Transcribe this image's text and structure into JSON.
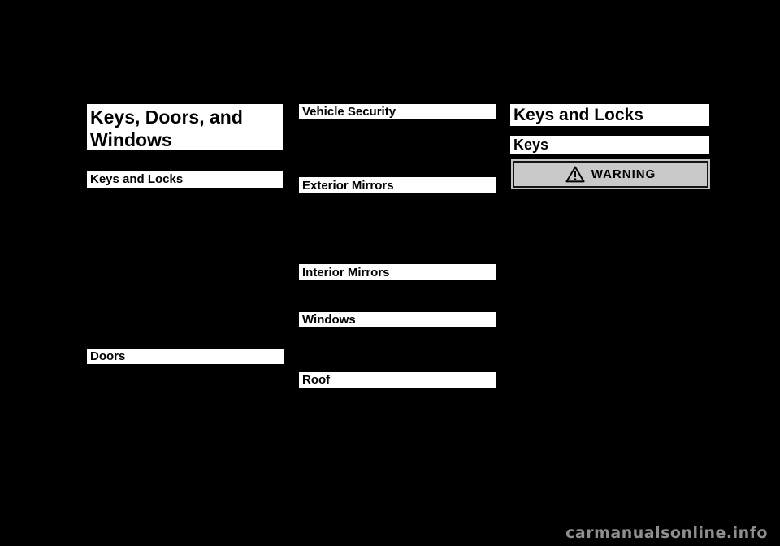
{
  "colors": {
    "page_bg": "#000000",
    "band_bg": "#ffffff",
    "text": "#000000",
    "warning_bg": "#c9c9c9",
    "warning_border": "#141414",
    "warning_outline": "#c4c4c4",
    "watermark": "#8f8f8f"
  },
  "chapter": {
    "title": "Keys, Doors, and Windows"
  },
  "left_toc": {
    "items": [
      {
        "label": "Keys and Locks"
      },
      {
        "label": "Doors"
      }
    ]
  },
  "middle_toc": {
    "items": [
      {
        "label": "Vehicle Security"
      },
      {
        "label": "Exterior Mirrors"
      },
      {
        "label": "Interior Mirrors"
      },
      {
        "label": "Windows"
      },
      {
        "label": "Roof"
      }
    ]
  },
  "content": {
    "section_title": "Keys and Locks",
    "subsection_title": "Keys",
    "warning": {
      "label": "WARNING",
      "icon": "warning-triangle-icon"
    }
  },
  "watermark": {
    "text": "carmanualsonline.info"
  }
}
